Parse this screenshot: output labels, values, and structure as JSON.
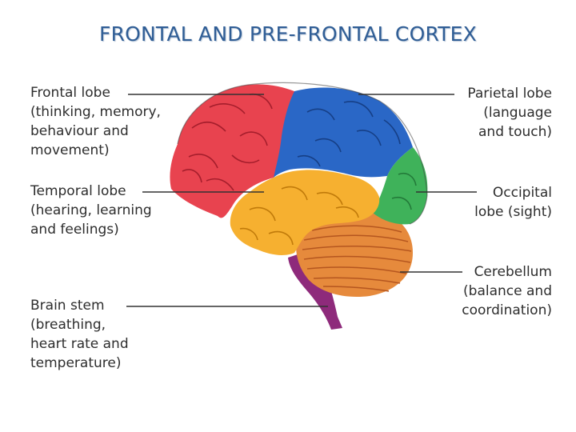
{
  "title": "FRONTAL AND PRE-FRONTAL CORTEX",
  "colors": {
    "frontal": "#e8434f",
    "parietal": "#2a67c6",
    "occipital": "#3fb25a",
    "temporal": "#f6b030",
    "cerebellum": "#e68a3c",
    "stem": "#8e2a7b",
    "leader": "#333333",
    "title": "#2f5d95"
  },
  "labels": {
    "frontal": [
      "Frontal lobe",
      "(thinking, memory,",
      "behaviour and",
      "movement)"
    ],
    "temporal": [
      "Temporal lobe",
      "(hearing, learning",
      "and feelings)"
    ],
    "stem": [
      "Brain stem",
      "(breathing,",
      "heart rate and",
      "temperature)"
    ],
    "parietal": [
      "Parietal lobe",
      "(language",
      "and touch)"
    ],
    "occipital": [
      "Occipital",
      "lobe (sight)"
    ],
    "cerebellum": [
      "Cerebellum",
      "(balance and",
      "coordination)"
    ]
  }
}
